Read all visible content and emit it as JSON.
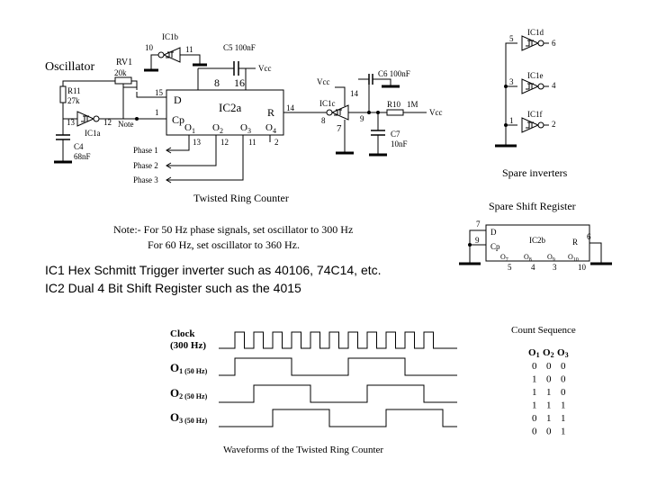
{
  "labels": {
    "oscillator": "Oscillator",
    "rv1": "RV1",
    "rv1_val": "20k",
    "r11": "R11",
    "r11_val": "27k",
    "c4": "C4",
    "c4_val": "68nF",
    "ic1a": "IC1a",
    "note": "Note",
    "ic1b": "IC1b",
    "c5": "C5 100nF",
    "vcc": "Vcc",
    "ic2a": "IC2a",
    "d": "D",
    "cp": "Cp",
    "r": "R",
    "o1": "O",
    "o1_sub": "1",
    "o2": "O",
    "o2_sub": "2",
    "o3": "O",
    "o3_sub": "3",
    "o4": "O",
    "o4_sub": "4",
    "phase1": "Phase 1",
    "phase2": "Phase 2",
    "phase3": "Phase 3",
    "ic1c": "IC1c",
    "c6": "C6 100nF",
    "r10": "R10",
    "r10_val": "1M",
    "c7": "C7",
    "c7_val": "10nF",
    "twisted_title": "Twisted Ring Counter",
    "spare_inverters": "Spare inverters",
    "ic1d": "IC1d",
    "ic1e": "IC1e",
    "ic1f": "IC1f",
    "spare_shift": "Spare Shift Register",
    "ic2b": "IC2b",
    "o7": "O",
    "o7_sub": "7",
    "o8": "O",
    "o8_sub": "8",
    "o9": "O",
    "o9_sub": "9",
    "o10": "O",
    "o10_sub": "10",
    "note_line1": "Note:- For 50 Hz phase signals, set oscillator to 300 Hz",
    "note_line2": "For 60 Hz, set oscillator to 360 Hz.",
    "ic1_line": "IC1 Hex Schmitt Trigger inverter such as 40106, 74C14, etc.",
    "ic2_line": "IC2 Dual 4 Bit Shift Register such as the 4015",
    "clock": "Clock",
    "clock_freq": "(300 Hz)",
    "wf_o1": "O",
    "wf_o1_sub": "1 (50 Hz)",
    "wf_o2": "O",
    "wf_o2_sub": "2 (50 Hz)",
    "wf_o3": "O",
    "wf_o3_sub": "3 (50 Hz)",
    "waveforms_title": "Waveforms of the Twisted Ring Counter",
    "count_title": "Count Sequence"
  },
  "pins": {
    "p10": "10",
    "p11": "11",
    "p8": "8",
    "p16": "16",
    "p15": "15",
    "p1": "1",
    "p14": "14",
    "p13": "13",
    "p12": "12",
    "p11b": "11",
    "p2": "2",
    "p13a": "13",
    "p12a": "12",
    "p8c": "8",
    "p9c": "9",
    "p7c": "7",
    "p14c": "14",
    "p5d": "5",
    "p6d": "6",
    "p3e": "3",
    "p4e": "4",
    "p1f": "1",
    "p2f": "2",
    "p7r": "7",
    "p9r": "9",
    "p6r": "6",
    "p5r": "5",
    "p4r": "4",
    "p3r": "3",
    "p10r": "10"
  },
  "count_sequence": {
    "headers": [
      {
        "letter": "O",
        "sub": "1"
      },
      {
        "letter": "O",
        "sub": "2"
      },
      {
        "letter": "O",
        "sub": "3"
      }
    ],
    "rows": [
      [
        "0",
        "0",
        "0"
      ],
      [
        "1",
        "0",
        "0"
      ],
      [
        "1",
        "1",
        "0"
      ],
      [
        "1",
        "1",
        "1"
      ],
      [
        "0",
        "1",
        "1"
      ],
      [
        "0",
        "0",
        "1"
      ]
    ]
  },
  "waveforms": {
    "clock_cycles": 11,
    "phase_period_clocks": 6,
    "phase_delay_clocks": [
      0,
      1,
      2
    ]
  }
}
